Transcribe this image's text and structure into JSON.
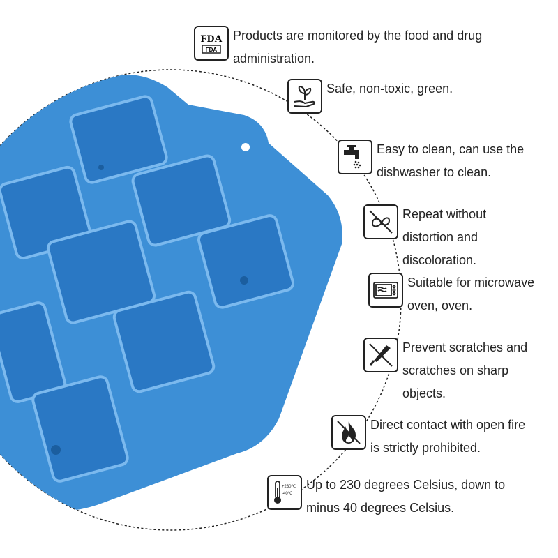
{
  "colors": {
    "mold": "#3d8fd6",
    "mold_dark": "#1f6fb8",
    "mold_light": "#6cb0ea",
    "border": "#222222"
  },
  "features": [
    {
      "icon": "fda-icon",
      "icon_text_top": "FDA",
      "icon_text_bottom": "FDA",
      "lines": "Products are monitored by the food and drug\nadministration."
    },
    {
      "icon": "plant-hand-icon",
      "lines": "Safe, non-toxic, green."
    },
    {
      "icon": "faucet-icon",
      "lines": "Easy to clean, can use the\ndishwasher to clean."
    },
    {
      "icon": "no-deform-icon",
      "lines": "Repeat without\ndistortion and\ndiscoloration."
    },
    {
      "icon": "microwave-icon",
      "lines": "Suitable for microwave\noven, oven."
    },
    {
      "icon": "no-knife-icon",
      "lines": "Prevent scratches and\nscratches on sharp\nobjects."
    },
    {
      "icon": "no-fire-icon",
      "lines": "Direct contact with open fire\nis strictly prohibited."
    },
    {
      "icon": "thermometer-icon",
      "icon_text_top": "+230℃",
      "icon_text_bottom": "-40℃",
      "lines": "Up to 230 degrees Celsius, down to\nminus 40 degrees Celsius."
    }
  ]
}
